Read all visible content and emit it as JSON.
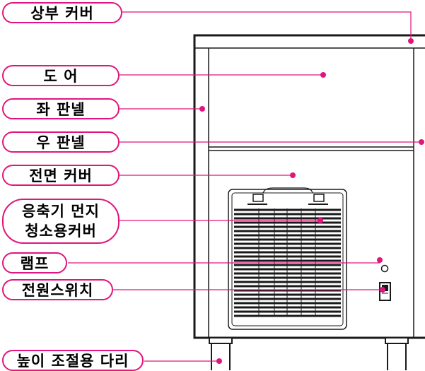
{
  "colors": {
    "accent": "#e0157d",
    "line": "#1a1a1a"
  },
  "labels": {
    "top_cover": "상부 커버",
    "door": "도 어",
    "left_panel": "좌 판넬",
    "right_panel": "우 판넬",
    "front_cover": "전면 커버",
    "condenser_line1": "응축기 먼지",
    "condenser_line2": "청소용커버",
    "lamp": "램프",
    "power_switch": "전원스위치",
    "leveling_leg": "높이 조절용 다리"
  }
}
